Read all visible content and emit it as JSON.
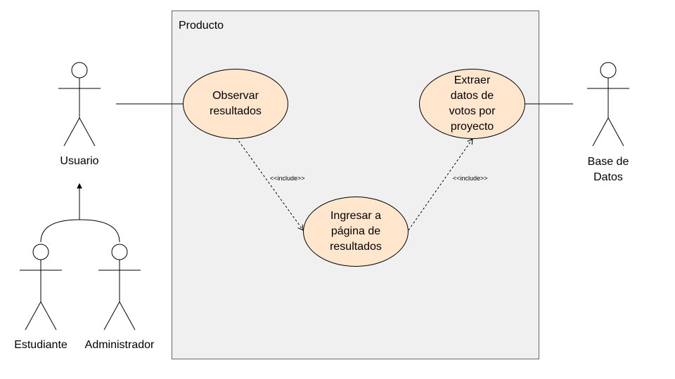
{
  "system": {
    "label": "Producto"
  },
  "use_cases": {
    "observar": "Observar resultados",
    "extraer": "Extraer datos de votos por proyecto",
    "ingresar": "Ingresar a página de resultados"
  },
  "actors": {
    "usuario": "Usuario",
    "base_datos": "Base de Datos",
    "estudiante": "Estudiante",
    "administrador": "Administrador"
  },
  "relations": {
    "include_left": "<<include>>",
    "include_right": "<<include>>"
  },
  "colors": {
    "use_case_fill": "#ffe6cc",
    "system_fill": "#f0f0f0",
    "line": "#000000"
  }
}
